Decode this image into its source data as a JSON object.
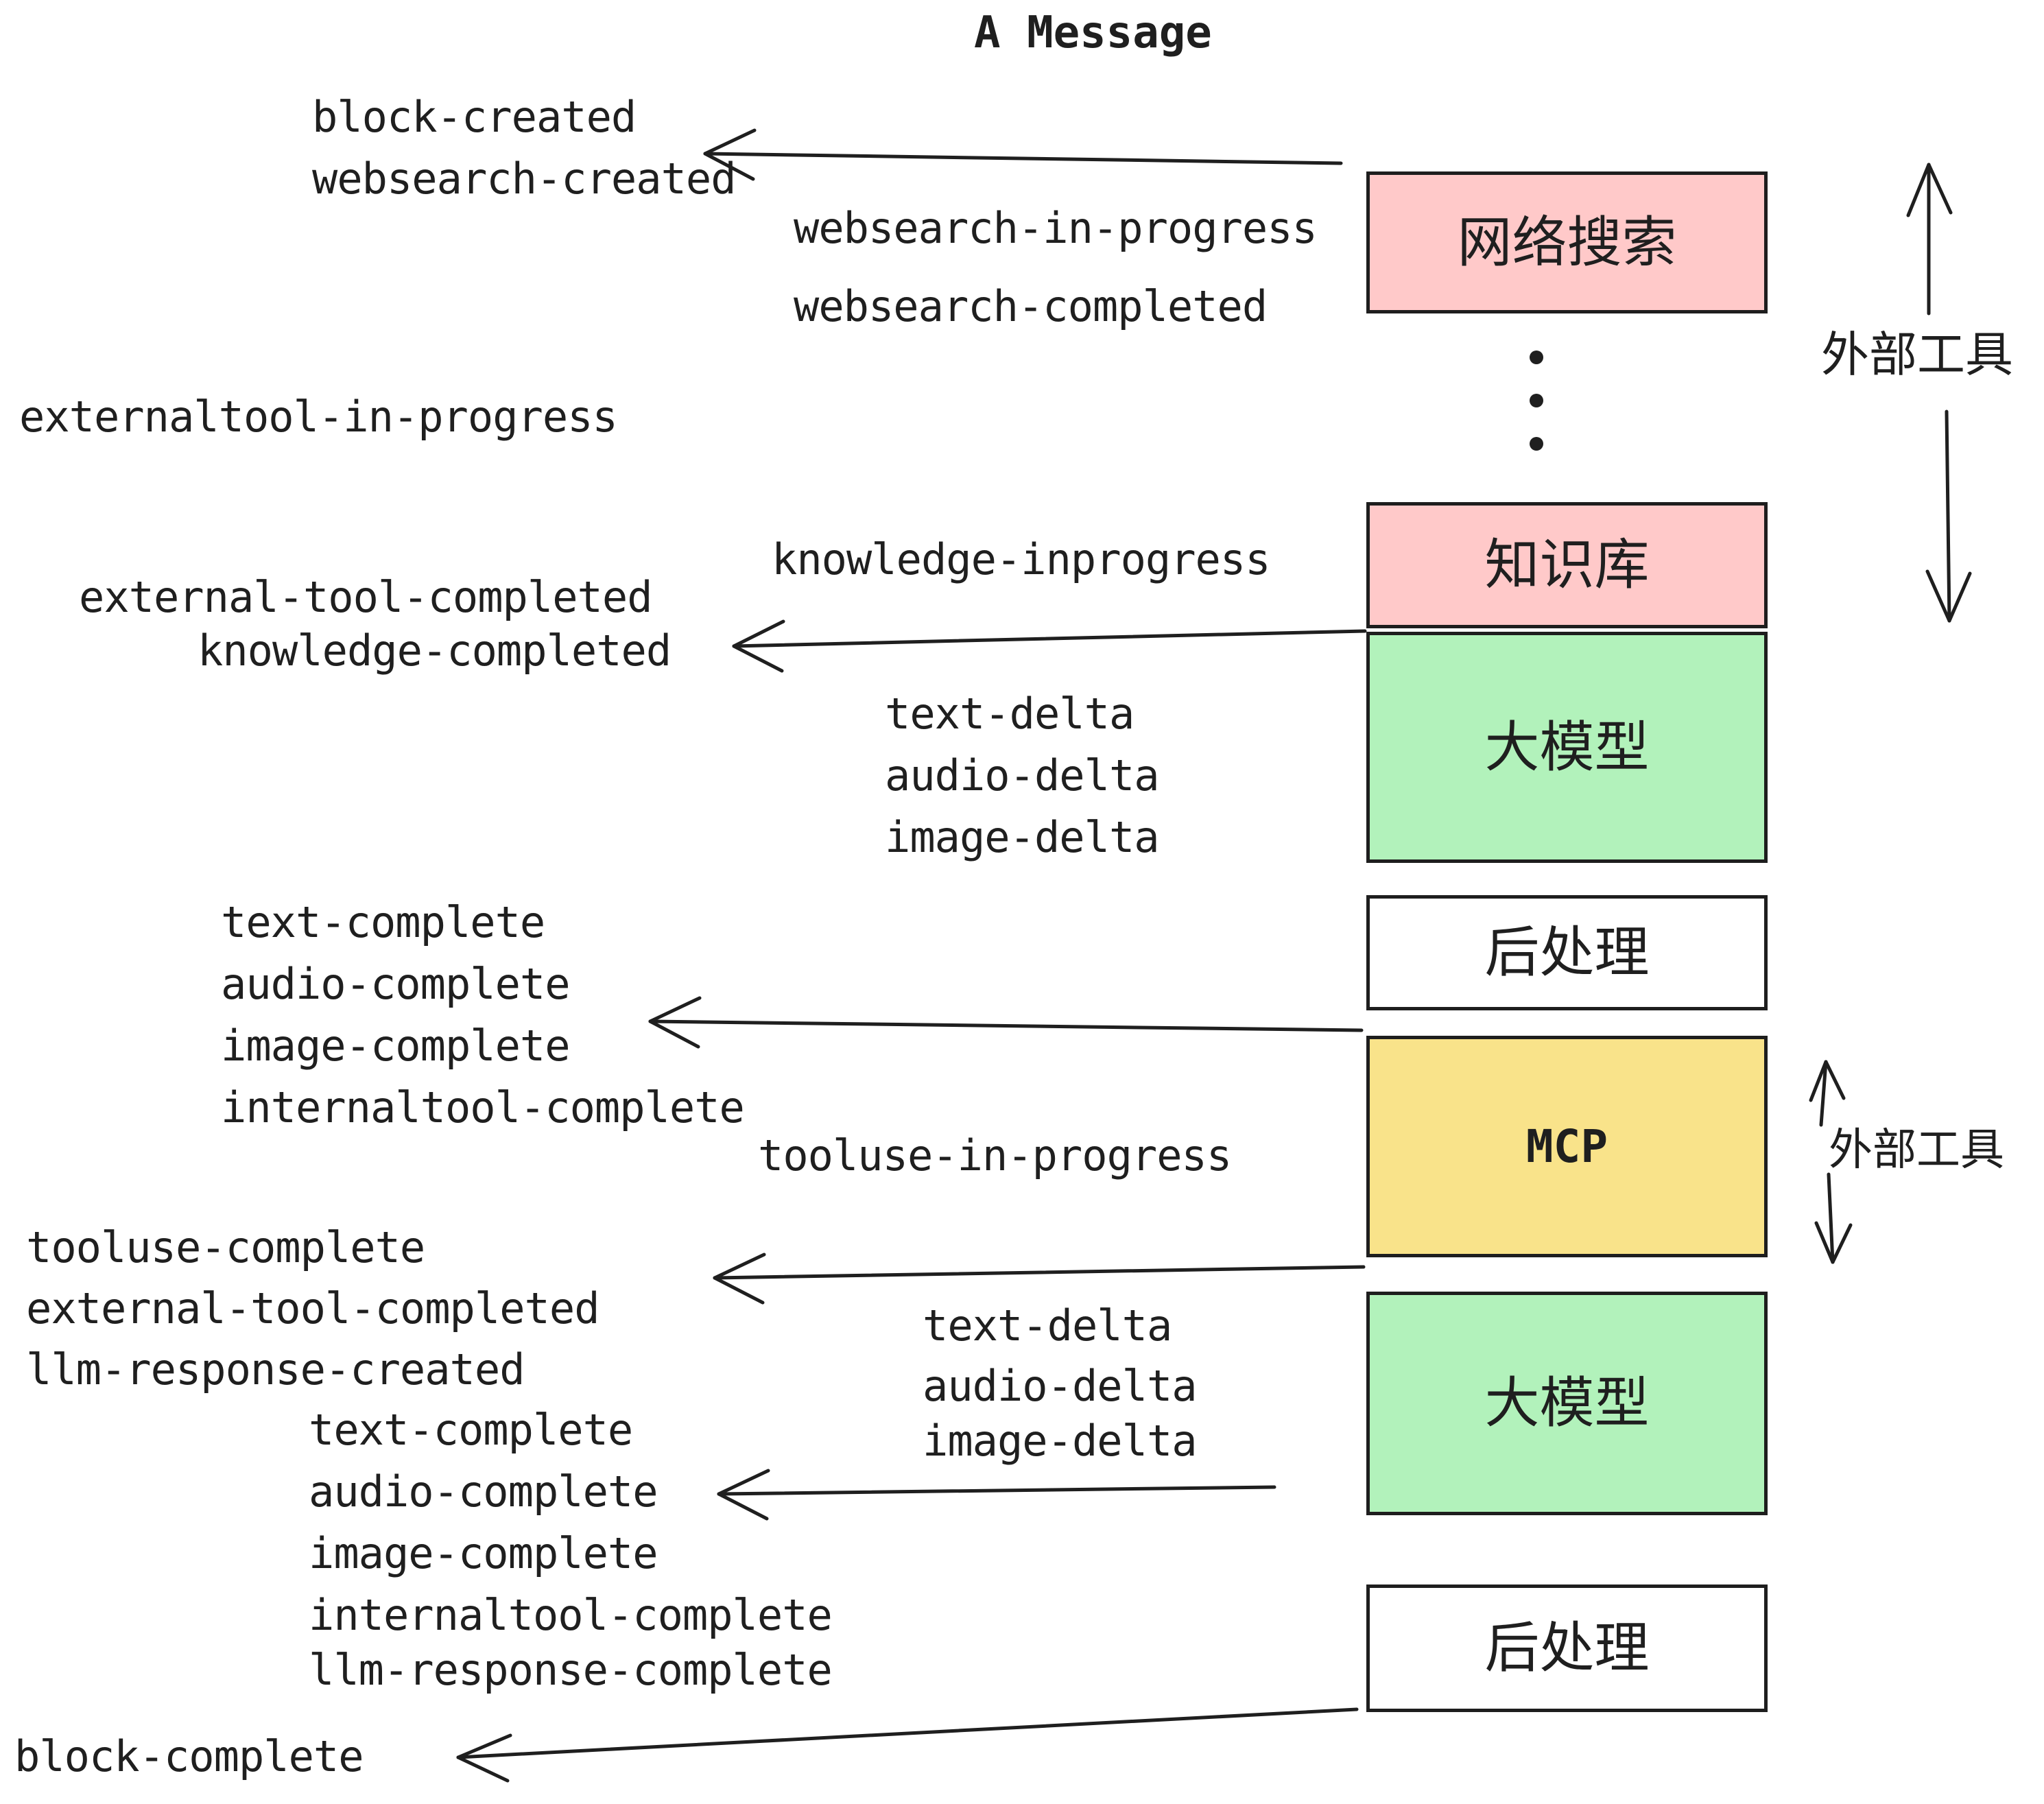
{
  "title": "A Message",
  "palette": {
    "box_pink": "#ffc9c9",
    "box_green": "#b2f2bb",
    "box_yellow": "#f9e38a",
    "box_white": "#ffffff",
    "border_ink": "#1e1e1e",
    "line_ink": "#1f1f1f",
    "background": "#ffffff"
  },
  "boxes": [
    {
      "id": "web-search",
      "label": "网络搜索",
      "color": "#ffc9c9"
    },
    {
      "id": "knowledge-base",
      "label": "知识库",
      "color": "#ffc9c9"
    },
    {
      "id": "llm-top",
      "label": "大模型",
      "color": "#b2f2bb"
    },
    {
      "id": "post-process-top",
      "label": "后处理",
      "color": "#ffffff"
    },
    {
      "id": "mcp",
      "label": "MCP",
      "color": "#f9e38a"
    },
    {
      "id": "llm-bottom",
      "label": "大模型",
      "color": "#b2f2bb"
    },
    {
      "id": "post-process-bottom",
      "label": "后处理",
      "color": "#ffffff"
    }
  ],
  "side_annotations": [
    {
      "id": "external-tools-top",
      "label": "外部工具"
    },
    {
      "id": "external-tools-mcp",
      "label": "外部工具"
    }
  ],
  "events": {
    "block_created": "block-created",
    "websearch_created": "websearch-created",
    "websearch_in_progress": "websearch-in-progress",
    "websearch_completed": "websearch-completed",
    "externaltool_in_progress": "externaltool-in-progress",
    "external_tool_completed": "external-tool-completed",
    "knowledge_completed": "knowledge-completed",
    "knowledge_inprogress": "knowledge-inprogress",
    "text_delta": "text-delta",
    "audio_delta": "audio-delta",
    "image_delta": "image-delta",
    "text_complete": "text-complete",
    "audio_complete": "audio-complete",
    "image_complete": "image-complete",
    "internaltool_complete": "internaltool-complete",
    "tooluse_in_progress": "tooluse-in-progress",
    "tooluse_complete": "tooluse-complete",
    "llm_response_created": "llm-response-created",
    "llm_response_complete": "llm-response-complete",
    "block_complete": "block-complete"
  }
}
